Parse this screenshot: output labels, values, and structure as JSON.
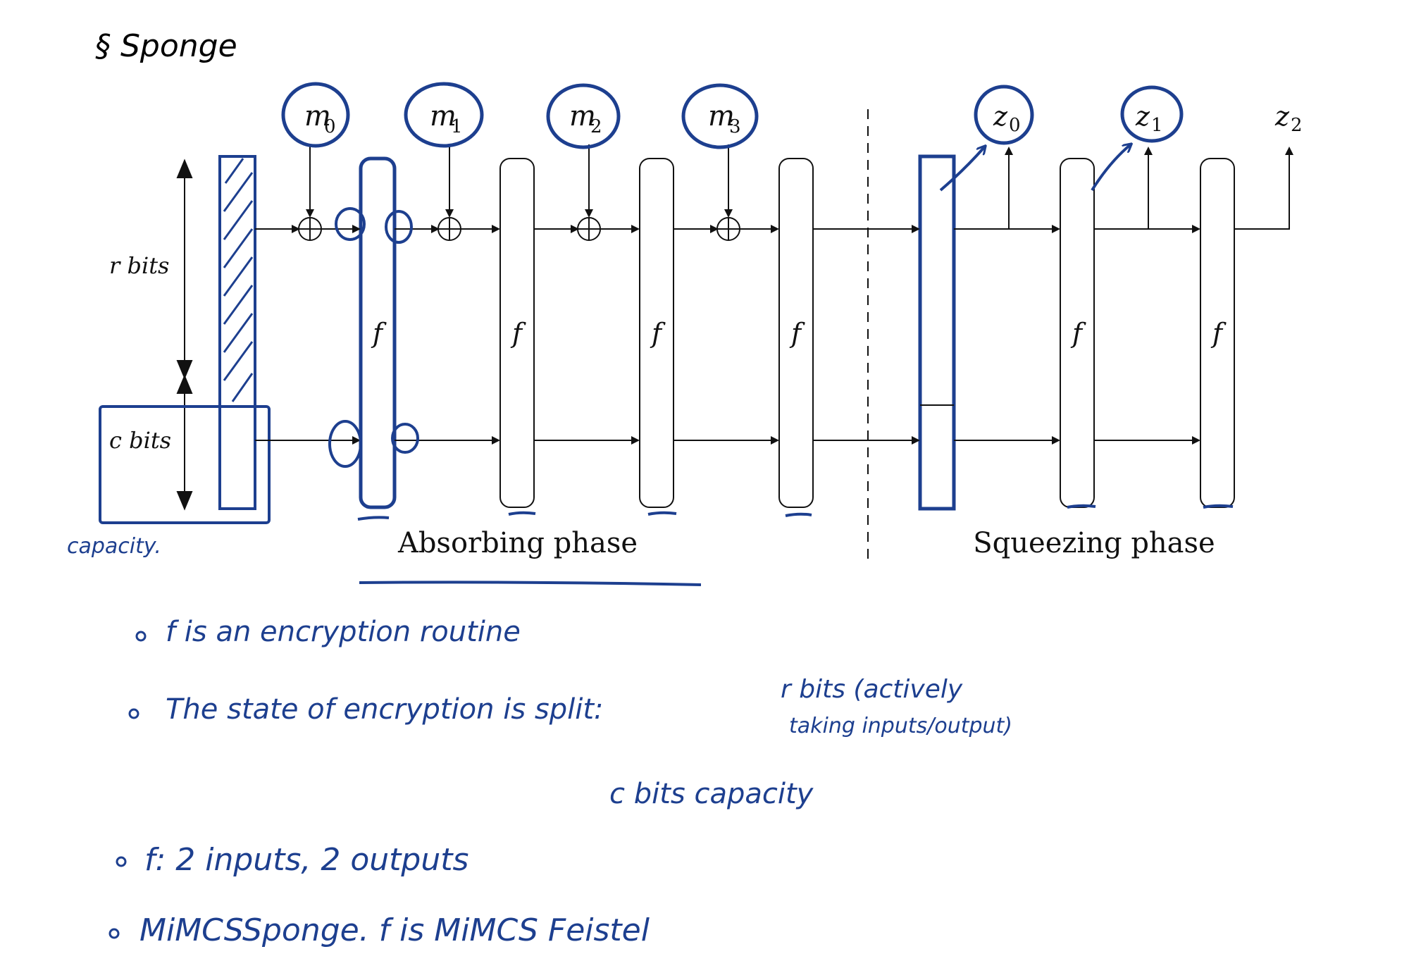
{
  "heading": "§ Sponge",
  "diagram": {
    "labels": {
      "r_bits": "r bits",
      "c_bits": "c bits",
      "f": "f",
      "absorbing_phase": "Absorbing phase",
      "squeezing_phase": "Squeezing phase"
    },
    "inputs": [
      {
        "base": "m",
        "sub": "0"
      },
      {
        "base": "m",
        "sub": "1"
      },
      {
        "base": "m",
        "sub": "2"
      },
      {
        "base": "m",
        "sub": "3"
      }
    ],
    "outputs": [
      {
        "base": "z",
        "sub": "0"
      },
      {
        "base": "z",
        "sub": "1"
      },
      {
        "base": "z",
        "sub": "2"
      }
    ],
    "annotation_capacity": "capacity."
  },
  "notes": [
    {
      "text": "f is an encryption routine"
    },
    {
      "text": "The state of encryption is split:",
      "right_line1": "r bits (actively",
      "right_line2": "taking inputs/output)"
    },
    {
      "text": "c bits capacity"
    },
    {
      "text": "f: 2 inputs, 2 outputs"
    },
    {
      "text": "MiMCSSponge. f is MiMCS Feistel"
    }
  ],
  "colors": {
    "ink": "#111111",
    "pen": "#1d3f8f"
  }
}
